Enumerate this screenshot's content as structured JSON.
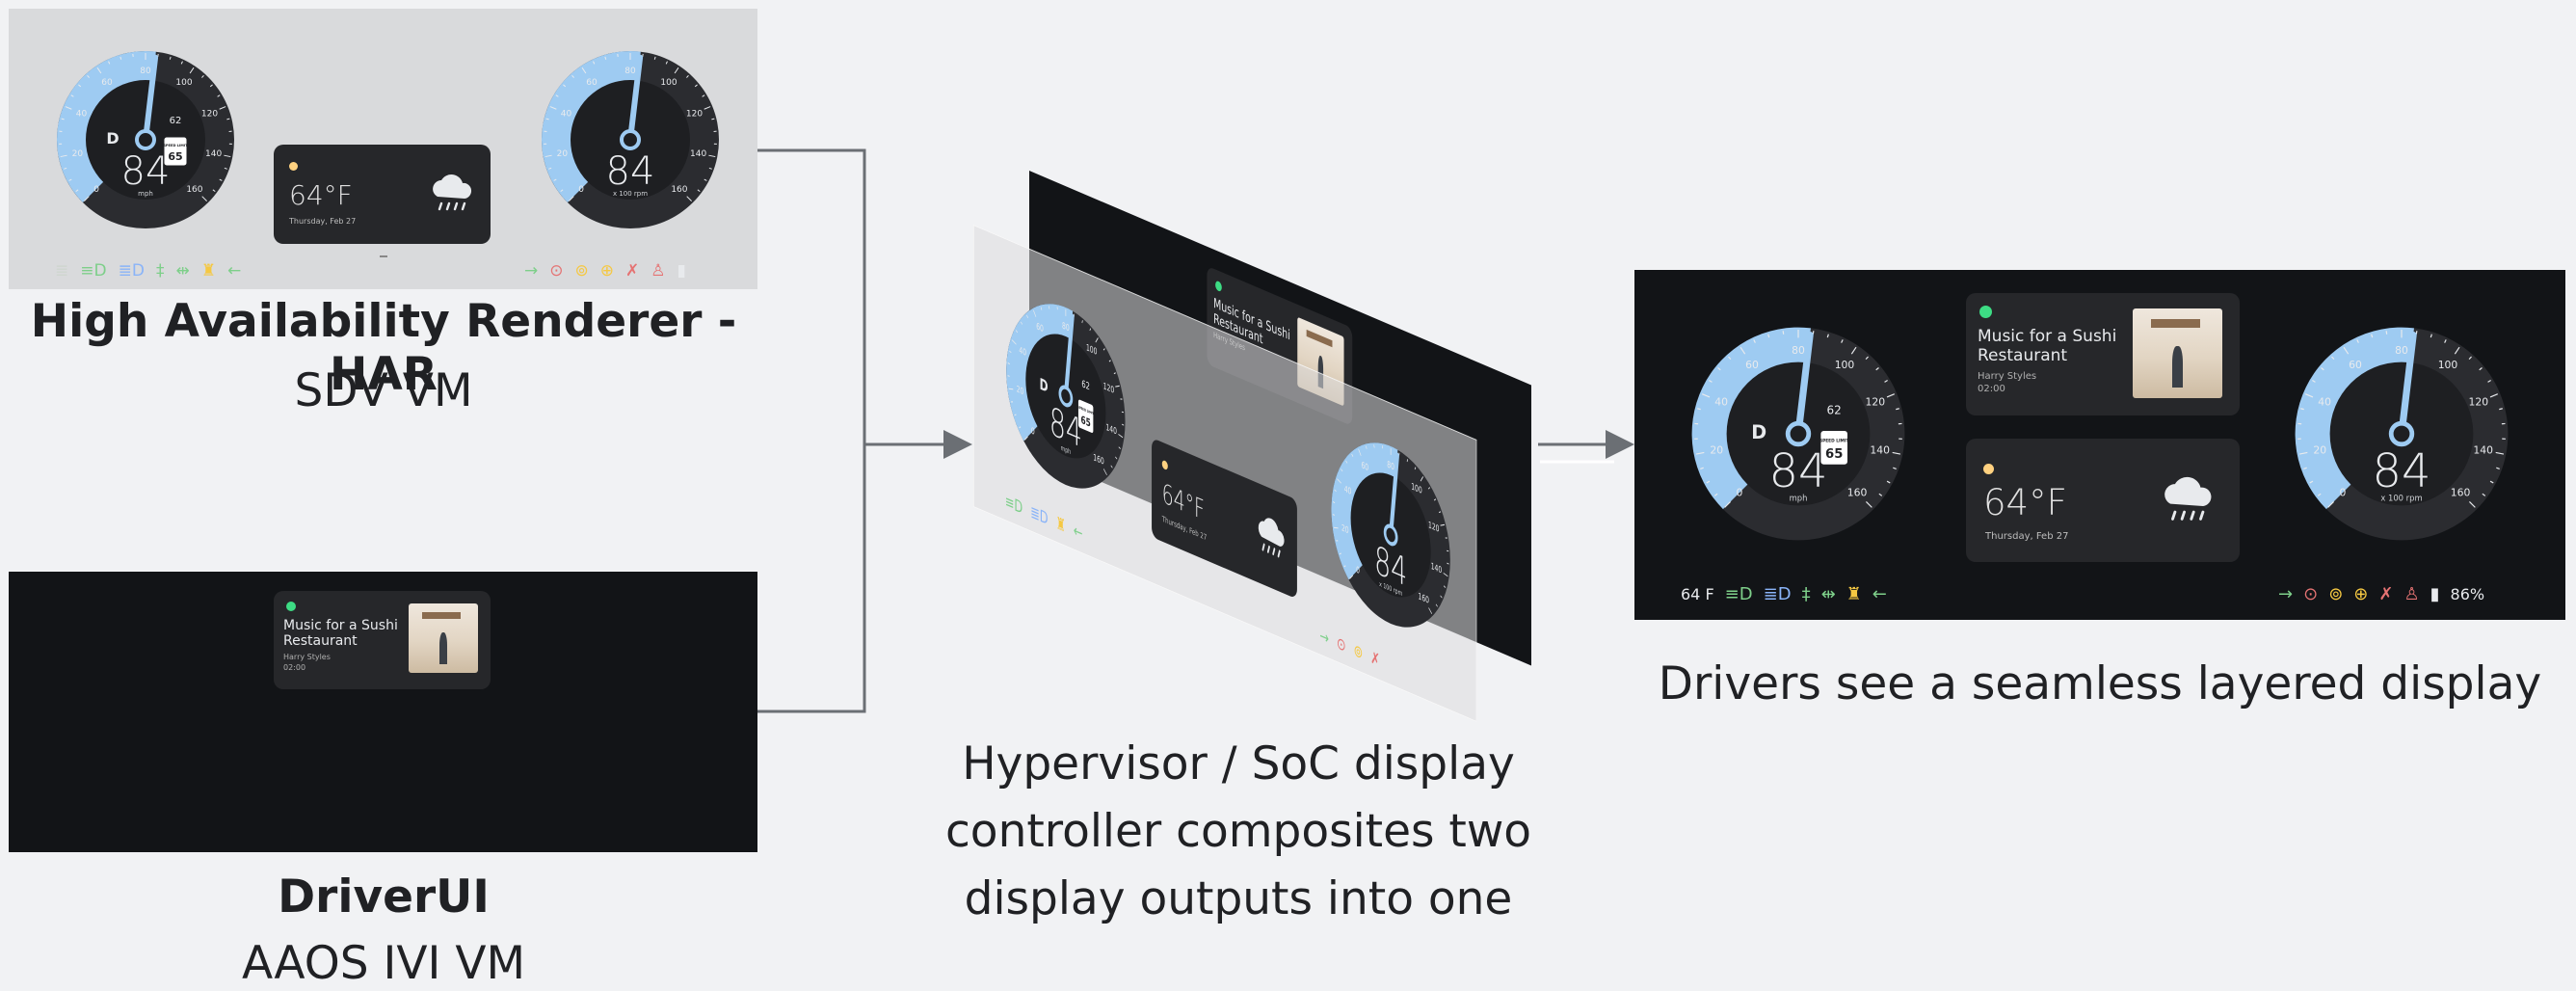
{
  "har": {
    "title": "High Availability Renderer - HAR",
    "subtitle": "SDV VM",
    "speedometer": {
      "gear": "D",
      "value": "84",
      "unit": "mph",
      "ticks": [
        "0",
        "20",
        "40",
        "60",
        "80",
        "100",
        "120",
        "140",
        "160"
      ],
      "speed_small": "62",
      "limit_label": "SPEED LIMIT",
      "limit_value": "65"
    },
    "tachometer": {
      "value": "84",
      "unit": "x 100 rpm",
      "ticks": [
        "0",
        "20",
        "40",
        "60",
        "80",
        "100",
        "120",
        "140",
        "160"
      ]
    },
    "weather": {
      "temperature": "64°F",
      "date": "Thursday, Feb 27"
    }
  },
  "driverui": {
    "title": "DriverUI",
    "subtitle": "AAOS IVI VM",
    "media": {
      "title": "Music for a Sushi Restaurant",
      "artist": "Harry Styles",
      "time": "02:00"
    }
  },
  "middle": {
    "caption_lines": [
      "Hypervisor / SoC display",
      "controller composites two",
      "display outputs into one"
    ]
  },
  "result": {
    "caption": "Drivers see a seamless layered display",
    "outside_temp": "64 F",
    "battery": "86%",
    "speedometer": {
      "gear": "D",
      "value": "84",
      "unit": "mph",
      "speed_small": "62",
      "limit_label": "SPEED LIMIT",
      "limit_value": "65"
    },
    "tachometer": {
      "value": "84",
      "unit": "x 100 rpm"
    },
    "weather": {
      "temperature": "64°F",
      "date": "Thursday, Feb 27"
    },
    "media": {
      "title": "Music for a Sushi Restaurant",
      "artist": "Harry Styles",
      "time": "02:00"
    }
  },
  "colors": {
    "gauge_blue": "#9ecbf2",
    "dark_panel": "#121417",
    "light_panel": "#d9dadc",
    "connector": "#6b6f74"
  }
}
